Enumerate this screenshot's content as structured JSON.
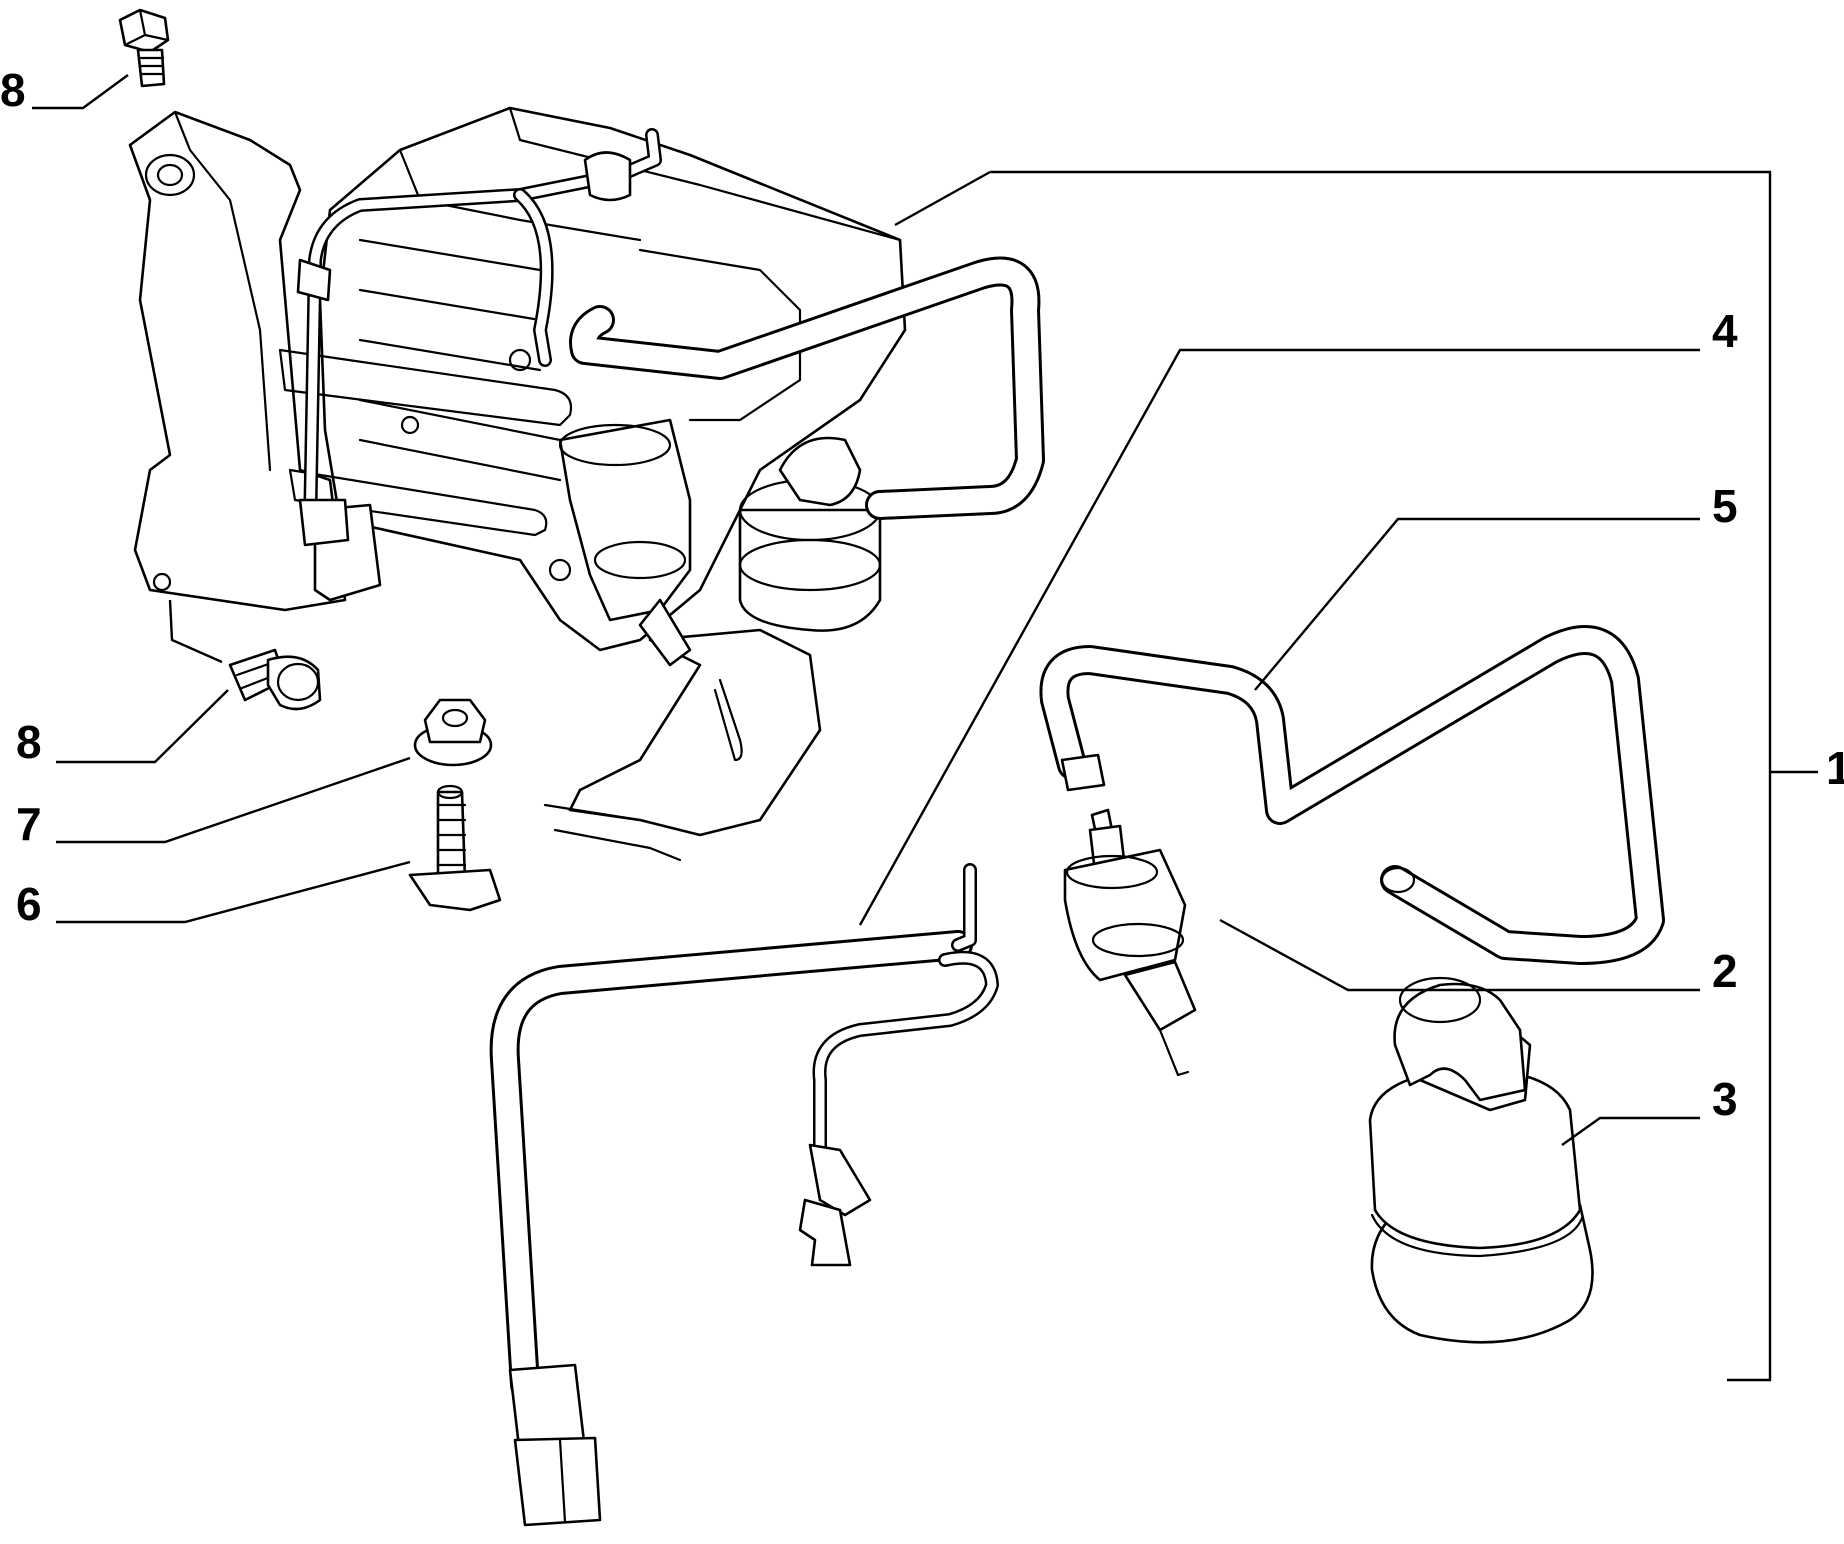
{
  "callouts": [
    {
      "id": "c1",
      "label": "1"
    },
    {
      "id": "c2",
      "label": "2"
    },
    {
      "id": "c3",
      "label": "3"
    },
    {
      "id": "c4",
      "label": "4"
    },
    {
      "id": "c5",
      "label": "5"
    },
    {
      "id": "c6",
      "label": "6"
    },
    {
      "id": "c7",
      "label": "7"
    },
    {
      "id": "c8a",
      "label": "8"
    },
    {
      "id": "c8b",
      "label": "8"
    }
  ]
}
